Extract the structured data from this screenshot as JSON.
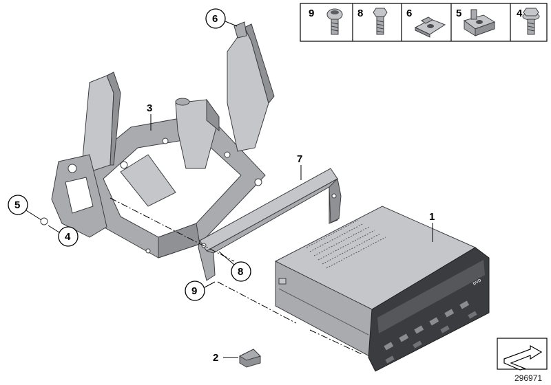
{
  "diagram_number": "296971",
  "fastener_legend": [
    {
      "number": "9",
      "icon": "pan-head-screw-icon"
    },
    {
      "number": "8",
      "icon": "hex-bolt-icon"
    },
    {
      "number": "6",
      "icon": "clip-nut-icon"
    },
    {
      "number": "5",
      "icon": "spring-nut-icon"
    },
    {
      "number": "4",
      "icon": "flange-bolt-icon"
    }
  ],
  "callouts": {
    "c1": "1",
    "c2": "2",
    "c3": "3",
    "c4": "4",
    "c5": "5",
    "c6": "6",
    "c7": "7",
    "c8": "8",
    "c9": "9"
  },
  "device_face": {
    "badge": "DVD"
  }
}
